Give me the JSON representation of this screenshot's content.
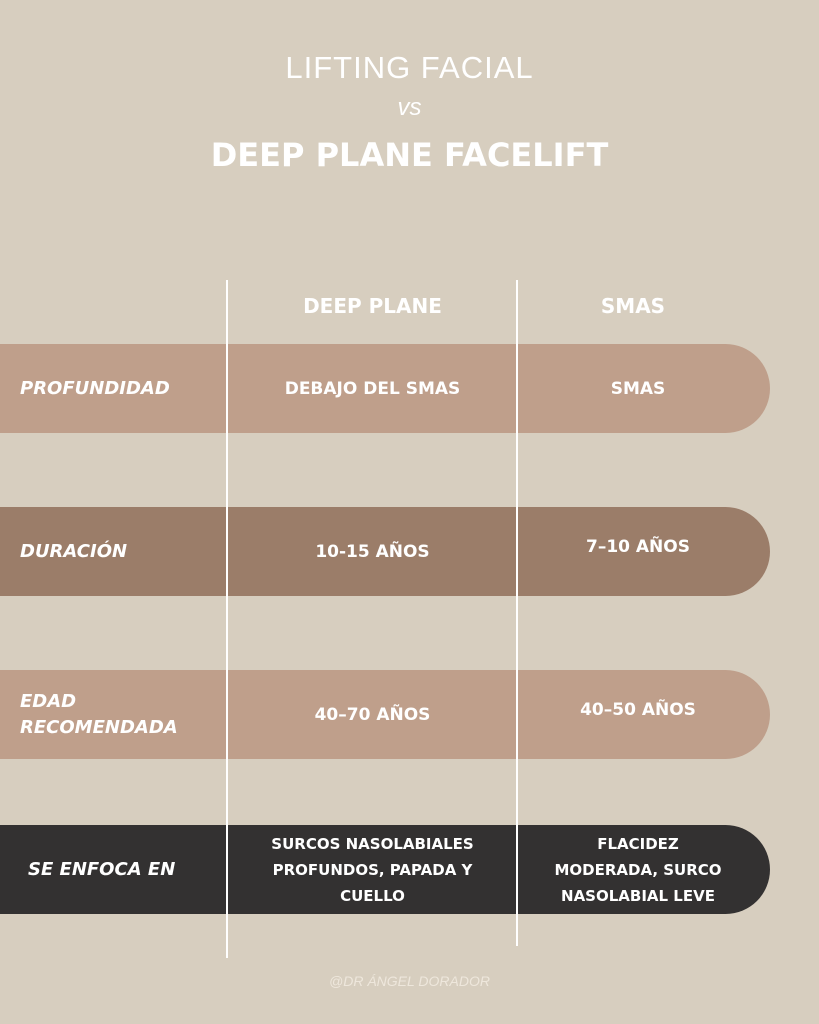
{
  "title": {
    "line1": "LIFTING FACIAL",
    "vs": "VS",
    "line2": "DEEP PLANE FACELIFT"
  },
  "columns": [
    "DEEP PLANE",
    "SMAS"
  ],
  "rows": [
    {
      "label": "PROFUNDIDAD",
      "deep_plane": "DEBAJO DEL SMAS",
      "smas": "SMAS",
      "color": "#bf9f8b"
    },
    {
      "label": "DURACIÓN",
      "deep_plane": "10-15 AÑOS",
      "smas": "7–10 AÑOS",
      "color": "#9b7d69"
    },
    {
      "label": "EDAD RECOMENDADA",
      "deep_plane": "40–70 AÑOS",
      "smas": "40–50 AÑOS",
      "color": "#bf9f8b"
    },
    {
      "label": "SE ENFOCA EN",
      "deep_plane": "SURCOS NASOLABIALES PROFUNDOS, PAPADA Y CUELLO",
      "smas": "FLACIDEZ MODERADA, SURCO NASOLABIAL LEVE",
      "color": "#333131"
    }
  ],
  "footer": "@DR ÁNGEL DORADOR"
}
